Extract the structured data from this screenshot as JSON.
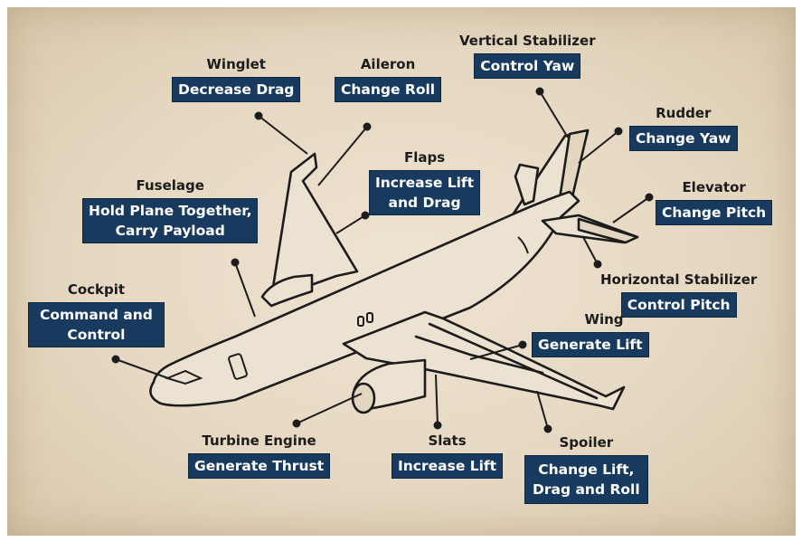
{
  "callouts": {
    "winglet": {
      "name": "Winglet",
      "desc": "Decrease Drag"
    },
    "aileron": {
      "name": "Aileron",
      "desc": "Change Roll"
    },
    "vstab": {
      "name": "Vertical Stabilizer",
      "desc": "Control Yaw"
    },
    "rudder": {
      "name": "Rudder",
      "desc": "Change Yaw"
    },
    "flaps": {
      "name": "Flaps",
      "desc": "Increase Lift\nand Drag"
    },
    "elevator": {
      "name": "Elevator",
      "desc": "Change Pitch"
    },
    "fuselage": {
      "name": "Fuselage",
      "desc": "Hold Plane Together,\nCarry Payload"
    },
    "hstab": {
      "name": "Horizontal Stabilizer",
      "desc": "Control Pitch"
    },
    "cockpit": {
      "name": "Cockpit",
      "desc": "Command and\nControl"
    },
    "wing": {
      "name": "Wing",
      "desc": "Generate Lift"
    },
    "engine": {
      "name": "Turbine Engine",
      "desc": "Generate Thrust"
    },
    "slats": {
      "name": "Slats",
      "desc": "Increase Lift"
    },
    "spoiler": {
      "name": "Spoiler",
      "desc": "Change Lift,\nDrag and Roll"
    }
  },
  "colors": {
    "label_box": "#173a5e",
    "label_text": "#ffffff",
    "ink": "#1c1c1c",
    "paper": "#e9dcc6"
  }
}
